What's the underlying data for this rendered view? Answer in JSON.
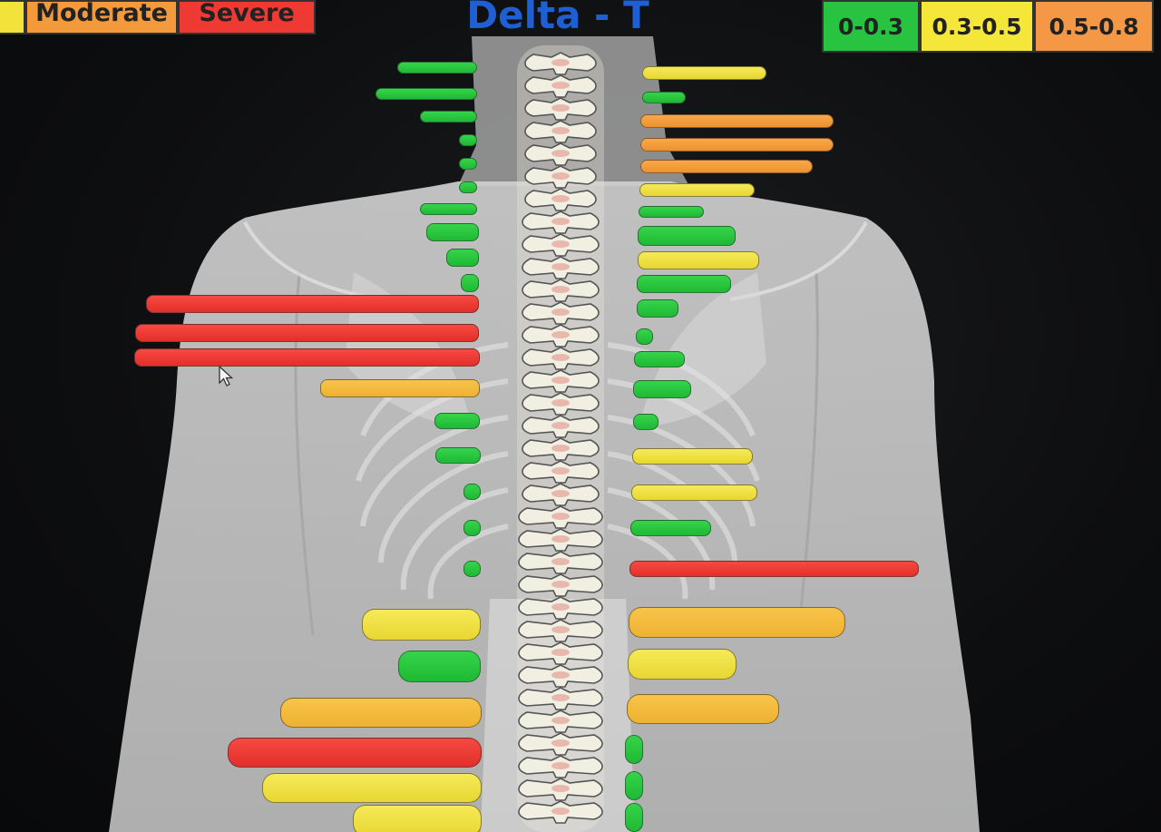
{
  "app": {
    "title": "Delta - T"
  },
  "legend": [
    {
      "key": "mild",
      "label": "",
      "color": "#f2e23a"
    },
    {
      "key": "moderate",
      "label": "Moderate",
      "color": "#f39a3c"
    },
    {
      "key": "severe",
      "label": "Severe",
      "color": "#ef3a34"
    }
  ],
  "scale": [
    {
      "label": "0-0.3",
      "color": "#27c341"
    },
    {
      "label": "0.3-0.5",
      "color": "#f4e73a"
    },
    {
      "label": "0.5-0.8",
      "color": "#f59846"
    }
  ],
  "colors": {
    "normal": "#27c341",
    "mild": "#f4e73a",
    "moderate": "#f59846",
    "severe": "#ef3a34",
    "title": "#1e5fd4"
  },
  "icons": {
    "cursor": "mouse-pointer-icon"
  }
}
